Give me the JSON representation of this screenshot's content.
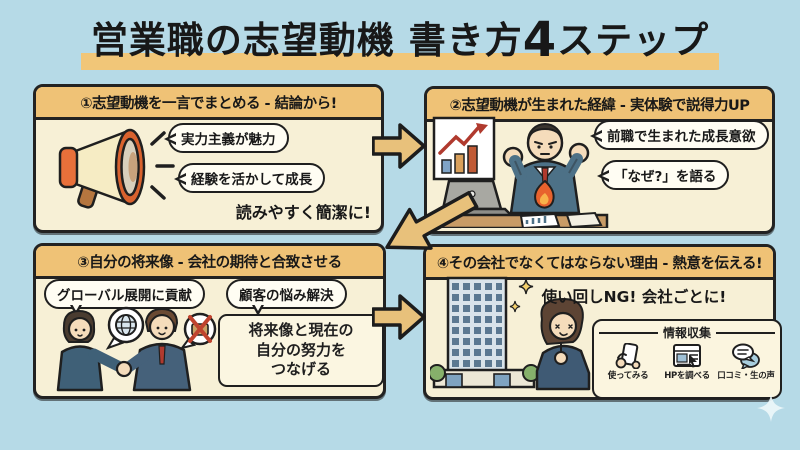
{
  "title": {
    "pre": "営業職の志望動機 書き方",
    "big": "4",
    "post": "ステップ"
  },
  "panels": [
    {
      "header": "①志望動機を一言でまとめる - 結論から!",
      "bubble1": "実力主義が魅力",
      "bubble2": "経験を活かして成長",
      "note": "読みやすく簡潔に!",
      "illustration": "megaphone"
    },
    {
      "header": "②志望動機が生まれた経緯 - 実体験で説得力UP",
      "bubble1": "前職で生まれた成長意欲",
      "bubble2": "「なぜ?」を語る",
      "illustration": "motivated worker with burning passion at desk with laptop and growth chart"
    },
    {
      "header": "③自分の将来像 - 会社の期待と合致させる",
      "bubble1": "グローバル展開に貢献",
      "bubble2": "顧客の悩み解決",
      "note_lines": [
        "将来像と現在の",
        "自分の努力を",
        "つなげる"
      ],
      "illustration": "businesswoman and businessman handshake with globe bubble and crossed-out briefcase bubble"
    },
    {
      "header": "④その会社でなくてはならない理由 - 熱意を伝える!",
      "note": "使い回しNG! 会社ごとに!",
      "infobox": {
        "title": "情報収集",
        "items": [
          {
            "icon": "smartphone-hand-icon",
            "label": "使ってみる"
          },
          {
            "icon": "website-cursor-icon",
            "label": "HPを調べる"
          },
          {
            "icon": "chat-bubbles-icon",
            "label": "口コミ・生の声"
          }
        ]
      },
      "illustration": "office building with sparkles admired by woman"
    }
  ],
  "colors": {
    "background": "#b6dae7",
    "panel_bg": "#f7f0d6",
    "header_bg": "#efc276",
    "outline": "#222222",
    "arrow_fill": "#e8c17b",
    "title_highlight": "#f1c678"
  }
}
